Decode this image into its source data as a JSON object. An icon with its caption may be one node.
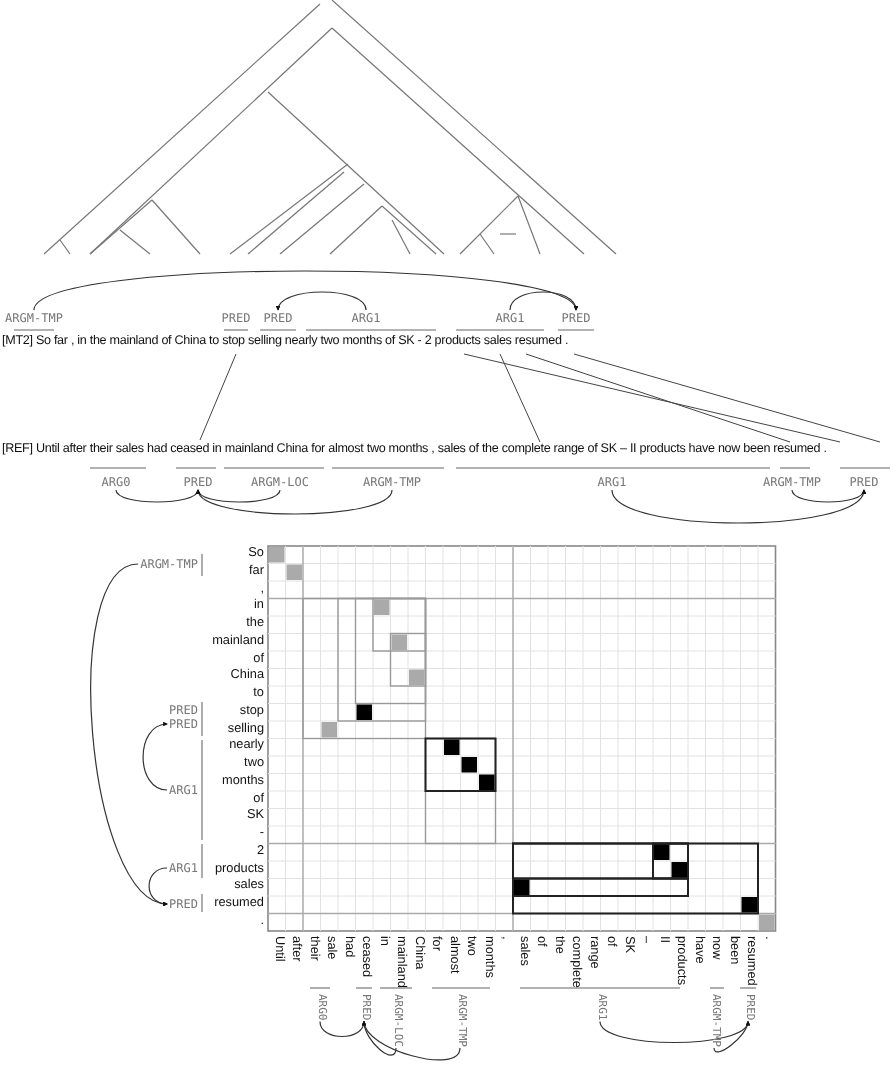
{
  "diagram": {
    "nodes": [
      {
        "text": [
          "ARGM-TMP"
        ]
      },
      {
        "text": [
          "PRED"
        ]
      },
      {
        "text": [
          "PRED"
        ]
      },
      {
        "text": [
          "ARG1"
        ]
      },
      {
        "text": [
          "ARG1"
        ]
      },
      {
        "text": [
          "PRED"
        ]
      },
      {
        "text": [
          "ARG0"
        ]
      },
      {
        "text": [
          "PRED"
        ]
      },
      {
        "text": [
          "ARGM-LOC"
        ]
      },
      {
        "text": [
          "ARGM-TMP"
        ]
      },
      {
        "text": [
          "ARG1"
        ]
      },
      {
        "text": [
          "ARGM-TMP"
        ]
      },
      {
        "text": [
          "PRED"
        ]
      },
      {
        "text": [
          "ARGM-TMP"
        ]
      },
      {
        "text": [
          "PRED"
        ]
      },
      {
        "text": [
          "PRED"
        ]
      },
      {
        "text": [
          "ARG1"
        ]
      },
      {
        "text": [
          "ARG1"
        ]
      },
      {
        "text": [
          "PRED"
        ]
      },
      {
        "text": [
          "ARG0"
        ]
      },
      {
        "text": [
          "PRED"
        ]
      },
      {
        "text": [
          "ARGM-LOC"
        ]
      },
      {
        "text": [
          "ARGM-TMP"
        ]
      },
      {
        "text": [
          "ARG1"
        ]
      },
      {
        "text": [
          "ARGM-TMP"
        ]
      },
      {
        "text": [
          "PRED"
        ]
      }
    ],
    "edges": [
      {
        "from": 0,
        "to": 5,
        "arrow": "to"
      },
      {
        "from": 3,
        "to": 2,
        "arrow": "to"
      },
      {
        "from": 4,
        "to": 5,
        "arrow": "to"
      },
      {
        "from": 6,
        "to": 7,
        "arrow": "to"
      },
      {
        "from": 8,
        "to": 7,
        "arrow": "to"
      },
      {
        "from": 9,
        "to": 7,
        "arrow": "to"
      },
      {
        "from": 10,
        "to": 12,
        "arrow": "to"
      },
      {
        "from": 11,
        "to": 12,
        "arrow": "to"
      },
      {
        "from": 16,
        "to": 15,
        "arrow": "to"
      },
      {
        "from": 13,
        "to": 18,
        "arrow": "to"
      },
      {
        "from": 17,
        "to": 18,
        "arrow": "to"
      },
      {
        "from": 19,
        "to": 20,
        "arrow": "to"
      },
      {
        "from": 21,
        "to": 20,
        "arrow": "to"
      },
      {
        "from": 22,
        "to": 20,
        "arrow": "to"
      },
      {
        "from": 23,
        "to": 25,
        "arrow": "to"
      },
      {
        "from": 24,
        "to": 25,
        "arrow": "to"
      }
    ],
    "labels": [
      "[MT2] So far , in the mainland of China to stop selling nearly two months of SK - 2 products sales resumed .",
      "[REF] Until after their sales had ceased in mainland China for almost two months , sales of the complete range of SK – II products have now been resumed .",
      "So",
      "far",
      ",",
      "in",
      "the",
      "mainland",
      "of",
      "China",
      "to",
      "stop",
      "selling",
      "nearly",
      "two",
      "months",
      "of",
      "SK",
      "-",
      "2",
      "products",
      "sales",
      "resumed",
      ".",
      "Until",
      "after",
      "their",
      "sale",
      "had",
      "ceased",
      "in",
      "mainland",
      "China",
      "for",
      "almost",
      "two",
      "months",
      ",",
      "sales",
      "of",
      "the",
      "complete",
      "range",
      "of",
      "SK",
      "–",
      "II",
      "products",
      "have",
      "now",
      "been",
      "resumed",
      "."
    ]
  }
}
